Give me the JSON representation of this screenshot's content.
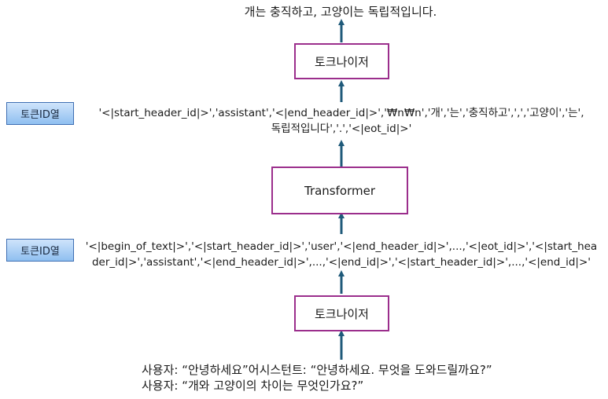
{
  "output_text": "개는 충직하고, 고양이는 독립적입니다.",
  "tokenizer_top_label": "토크나이저",
  "tokenizer_bottom_label": "토크나이저",
  "transformer_label": "Transformer",
  "token_id_top": {
    "label": "토큰ID열",
    "line1": "'<|start_header_id|>','assistant','<|end_header_id|>','₩n₩n','개','는','충직하고',',','고양이','는',",
    "line2": "독립적입니다','.','<|eot_id|>'"
  },
  "token_id_bottom": {
    "label": "토큰ID열",
    "line1": "'<|begin_of_text|>','<|start_header_id|>','user','<|end_header_id|>',...,'<|eot_id|>','<|start_hea",
    "line2": "der_id|>','assistant','<|end_header_id|>',...,'<|end_id|>','<|start_header_id|>',...,'<|end_id|>'"
  },
  "input_text": {
    "line1": "사용자: “안녕하세요”어시스턴트: “안녕하세요. 무엇을 도와드릴까요?”",
    "line2": "사용자: “개와 고양이의 차이는 무엇인가요?”"
  },
  "colors": {
    "box_border": "#9b2e8c",
    "arrow": "#1f5a7a",
    "label_border": "#3f6fb3"
  }
}
